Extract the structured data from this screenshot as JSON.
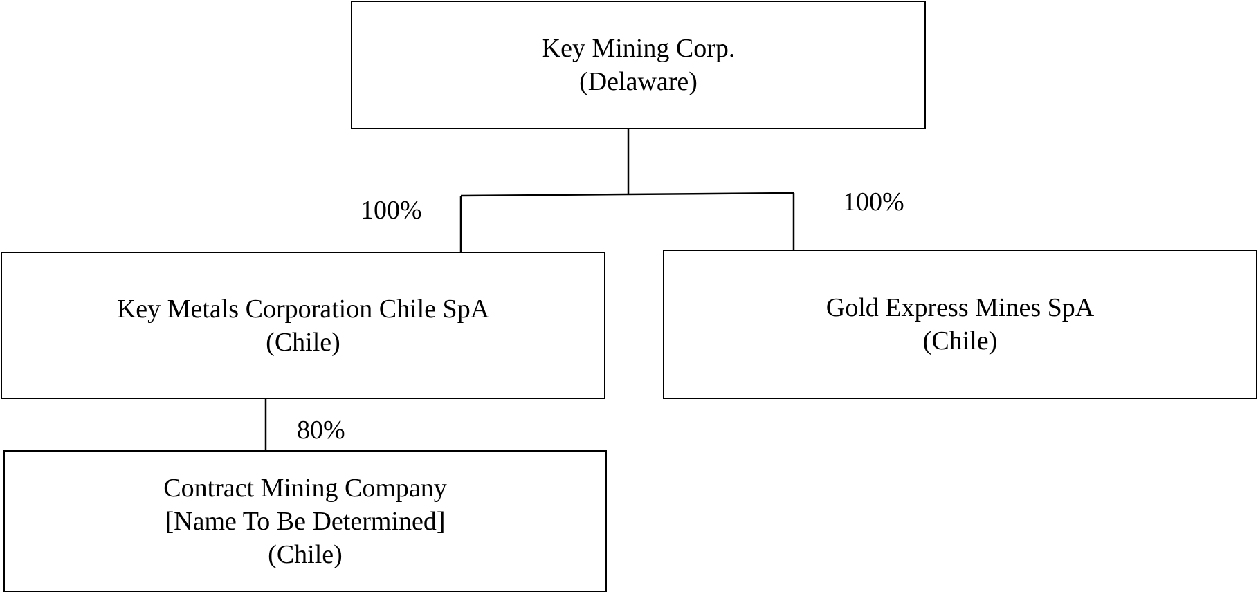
{
  "diagram": {
    "entities": {
      "parent": {
        "name": "Key Mining Corp.",
        "jurisdiction": "(Delaware)"
      },
      "kmc_chile": {
        "name": "Key Metals Corporation Chile SpA",
        "jurisdiction": "(Chile)"
      },
      "gold_express": {
        "name": "Gold Express Mines SpA",
        "jurisdiction": "(Chile)"
      },
      "contract_mining": {
        "name": "Contract Mining Company",
        "note": "[Name To Be Determined]",
        "jurisdiction": "(Chile)"
      }
    },
    "ownership": {
      "parent_to_kmc_chile": "100%",
      "parent_to_gold_express": "100%",
      "kmc_chile_to_contract_mining": "80%"
    },
    "colors": {
      "line": "#000000",
      "background": "#ffffff"
    }
  }
}
